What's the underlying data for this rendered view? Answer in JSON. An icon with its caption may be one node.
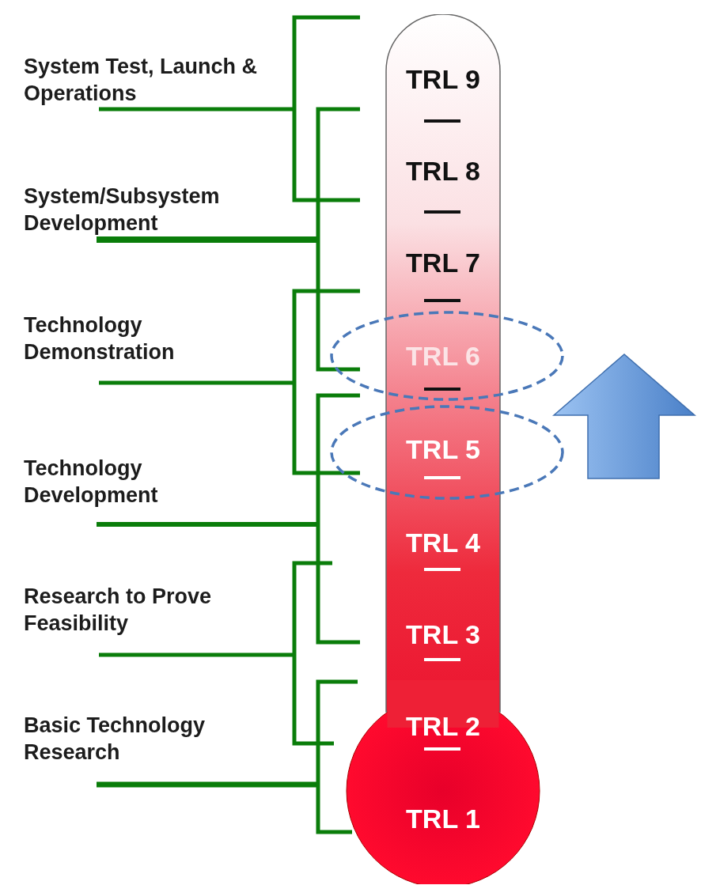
{
  "diagram": {
    "nodes": [
      {
        "text": [
          "TRL 9",
          "TRL 8",
          "TRL 7",
          "TRL 6",
          "TRL 5",
          "TRL 4",
          "TRL 3",
          "TRL 2",
          "TRL 1"
        ]
      }
    ],
    "labels": [
      "System Test, Launch & Operations",
      "System/Subsystem Development",
      "Technology Demonstration",
      "Technology Development",
      "Research to Prove Feasibility",
      "Basic Technology Research"
    ]
  }
}
